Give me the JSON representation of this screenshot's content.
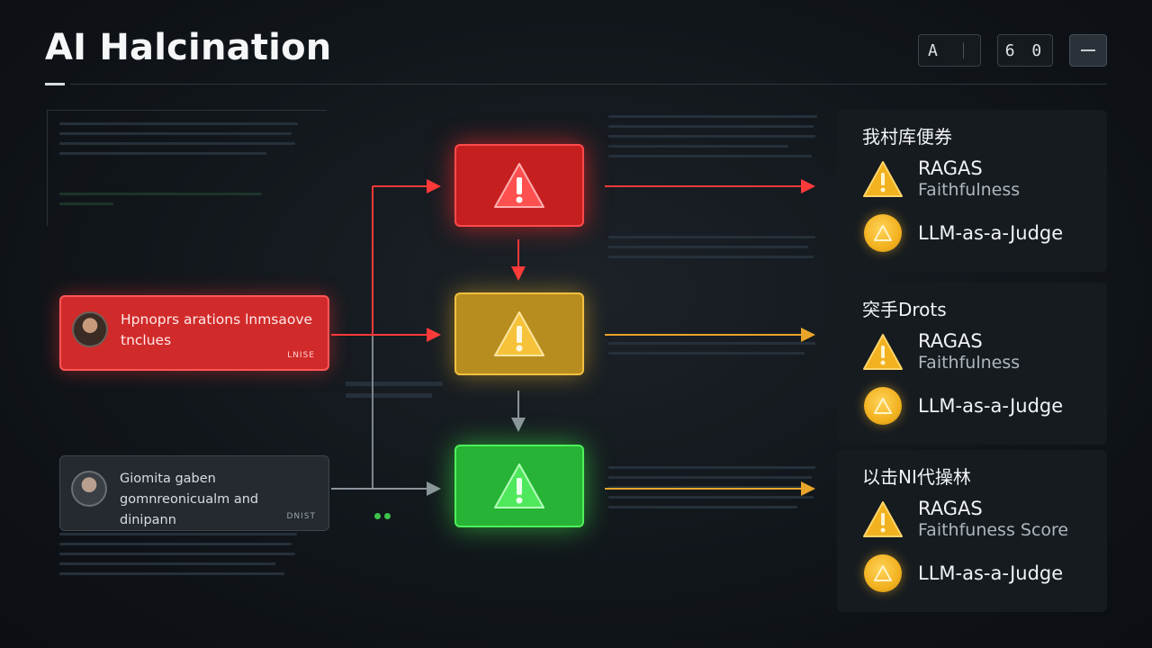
{
  "header": {
    "title": "AI Halcination",
    "toolbar": {
      "a_label": "A",
      "number_label": "6 0"
    }
  },
  "flow": {
    "input_cards": [
      {
        "text": "Hpnoprs arations lnmsaove tnclues",
        "tag": "LNISE"
      },
      {
        "text": "Giomita gaben gomnreonicualm and dinipann",
        "tag": "DNIST"
      }
    ],
    "nodes": [
      {
        "level": "red",
        "icon": "warning-icon"
      },
      {
        "level": "yellow",
        "icon": "warning-icon"
      },
      {
        "level": "green",
        "icon": "warning-icon"
      }
    ]
  },
  "panels": [
    {
      "heading": "我村库便券",
      "metric": "RAGAS",
      "metric_sub": "Faithfulness",
      "judge": "LLM-as-a-Judge"
    },
    {
      "heading": "突手Drots",
      "metric": "RAGAS",
      "metric_sub": "Faithfulness",
      "judge": "LLM-as-a-Judge"
    },
    {
      "heading": "以击NI代操林",
      "metric": "RAGAS",
      "metric_sub": "Faithfuness Score",
      "judge": "LLM-as-a-Judge"
    }
  ],
  "colors": {
    "red": "#c61f1f",
    "yellow": "#b88d1f",
    "green": "#27b335",
    "amber": "#f2b11f",
    "background": "#11161b"
  }
}
